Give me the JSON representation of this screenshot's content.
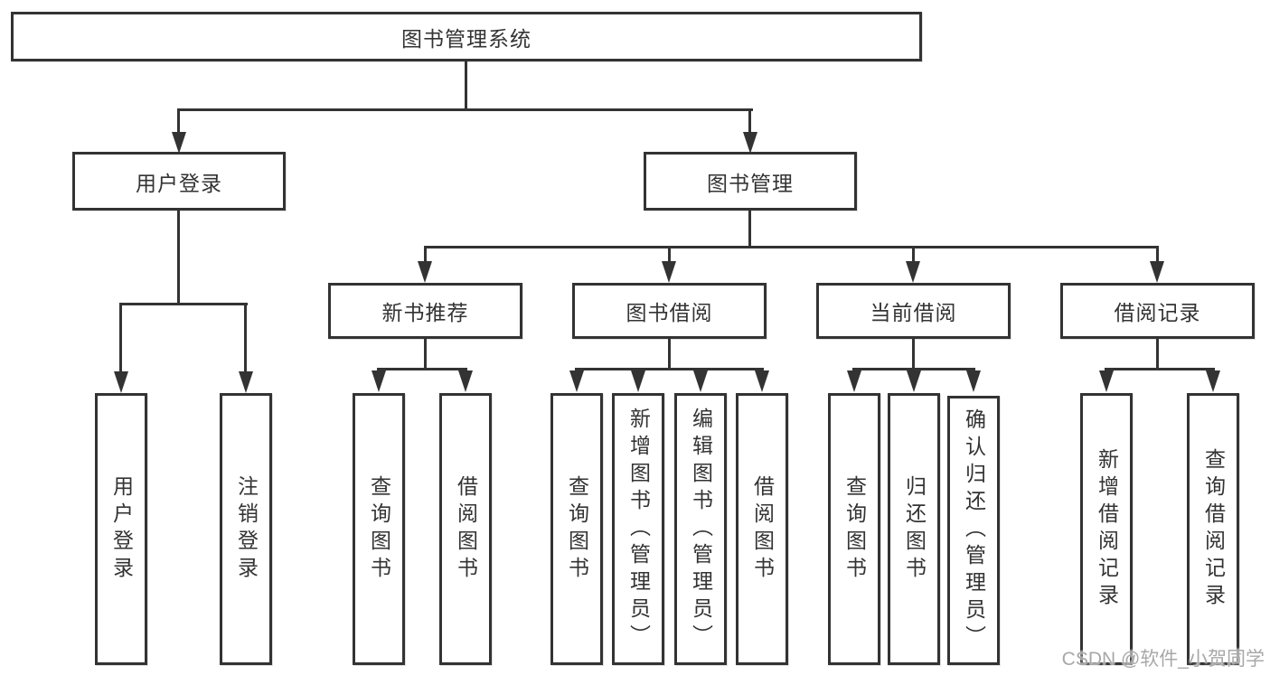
{
  "tree": {
    "label": "图书管理系统",
    "children": [
      {
        "label": "用户登录",
        "children": [
          {
            "label": "用户登录"
          },
          {
            "label": "注销登录"
          }
        ]
      },
      {
        "label": "图书管理",
        "children": [
          {
            "label": "新书推荐",
            "children": [
              {
                "label": "查询图书"
              },
              {
                "label": "借阅图书"
              }
            ]
          },
          {
            "label": "图书借阅",
            "children": [
              {
                "label": "查询图书"
              },
              {
                "label": "新增图书（管理员）"
              },
              {
                "label": "编辑图书（管理员）"
              },
              {
                "label": "借阅图书"
              }
            ]
          },
          {
            "label": "当前借阅",
            "children": [
              {
                "label": "查询图书"
              },
              {
                "label": "归还图书"
              },
              {
                "label": "确认归还（管理员）"
              }
            ]
          },
          {
            "label": "借阅记录",
            "children": [
              {
                "label": "新增借阅记录"
              },
              {
                "label": "查询借阅记录"
              }
            ]
          }
        ]
      }
    ]
  },
  "watermark": {
    "text": "CSDN @软件_小贺同学",
    "color": "#a8a8a8"
  },
  "colors": {
    "line": "#333333",
    "box_border": "#333333",
    "box_fill": "#ffffff",
    "text": "#333333",
    "background": "#ffffff"
  }
}
